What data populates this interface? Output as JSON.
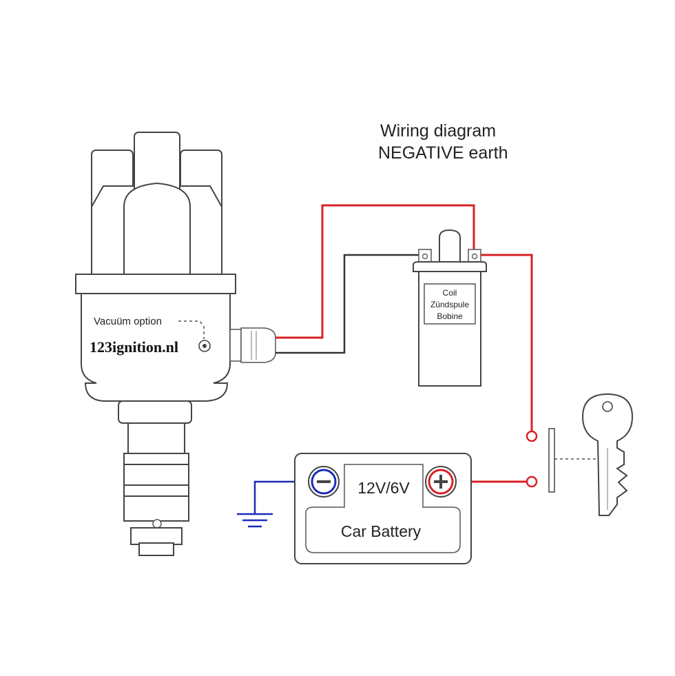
{
  "title": {
    "line1": "Wiring diagram",
    "line2": "NEGATIVE earth"
  },
  "distributor": {
    "brand": "123ignition.nl",
    "vacuum_label": "Vacuüm option"
  },
  "coil": {
    "label_line1": "Coil",
    "label_line2": "Zündspule",
    "label_line3": "Bobine"
  },
  "battery": {
    "voltage": "12V/6V",
    "label": "Car Battery"
  },
  "colors": {
    "positive_wire": "#d92026",
    "signal_wire": "#333333",
    "ground_wire": "#1a2bb8"
  },
  "icons": [
    "distributor-icon",
    "coil-icon",
    "battery-icon",
    "ground-symbol-icon",
    "ignition-key-icon",
    "switch-icon"
  ]
}
